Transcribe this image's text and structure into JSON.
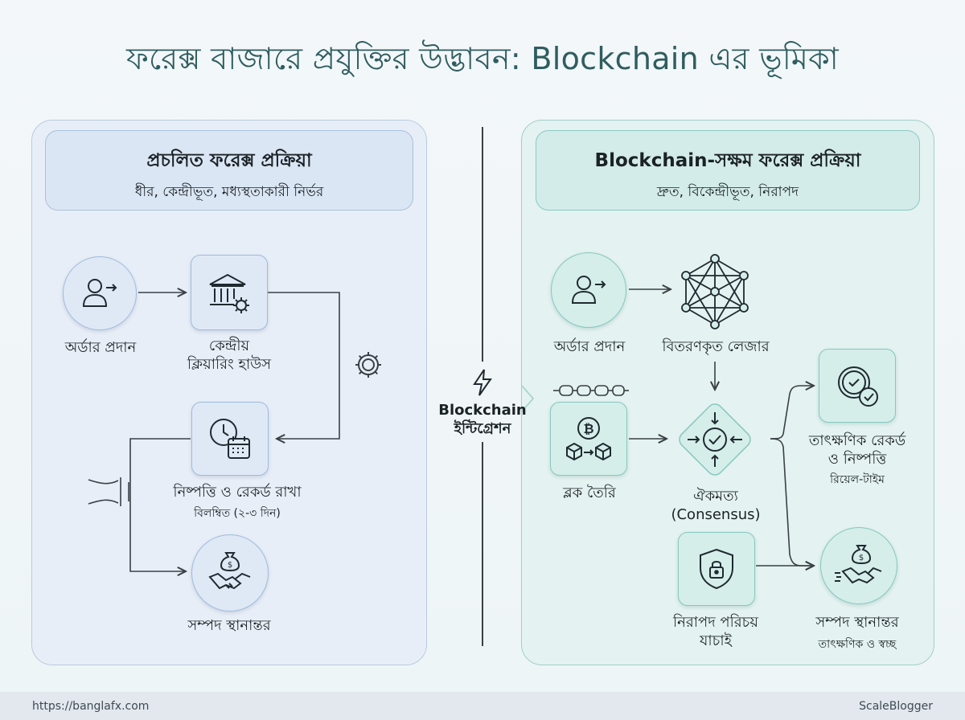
{
  "title": "ফরেক্স বাজারে প্রযুক্তির উদ্ভাবন: Blockchain এর ভূমিকা",
  "left": {
    "heading": "প্রচলিত ফরেক্স প্রক্রিয়া",
    "subheading": "ধীর, কেন্দ্রীভূত, মধ্যস্থতাকারী নির্ভর",
    "nodes": {
      "order": "অর্ডার প্রদান",
      "clearing_line1": "কেন্দ্রীয়",
      "clearing_line2": "ক্লিয়ারিং হাউস",
      "settlement": "নিষ্পত্তি ও রেকর্ড রাখা",
      "settlement_note": "বিলম্বিত (২-৩ দিন)",
      "transfer": "সম্পদ স্থানান্তর"
    }
  },
  "center": {
    "label_line1": "Blockchain",
    "label_line2": "ইন্টিগ্রেশন"
  },
  "right": {
    "heading": "Blockchain-সক্ষম ফরেক্স প্রক্রিয়া",
    "subheading": "দ্রুত, বিকেন্দ্রীভূত, নিরাপদ",
    "nodes": {
      "order": "অর্ডার প্রদান",
      "ledger": "বিতরণকৃত লেজার",
      "block": "ব্লক তৈরি",
      "consensus_line1": "ঐকমত্য",
      "consensus_line2": "(Consensus)",
      "instant_line1": "তাৎক্ষণিক রেকর্ড",
      "instant_line2": "ও নিষ্পত্তি",
      "instant_note": "রিয়েল-টাইম",
      "identity_line1": "নিরাপদ পরিচয়",
      "identity_line2": "যাচাই",
      "transfer": "সম্পদ স্থানান্তর",
      "transfer_note": "তাৎক্ষণিক ও স্বচ্ছ"
    }
  },
  "footer": {
    "left": "https://banglafx.com",
    "right": "ScaleBlogger"
  },
  "colors": {
    "title": "#2f5d5f",
    "left_panel": "#e8eef7",
    "right_panel": "#e4f2f1",
    "line": "#3a4046"
  }
}
